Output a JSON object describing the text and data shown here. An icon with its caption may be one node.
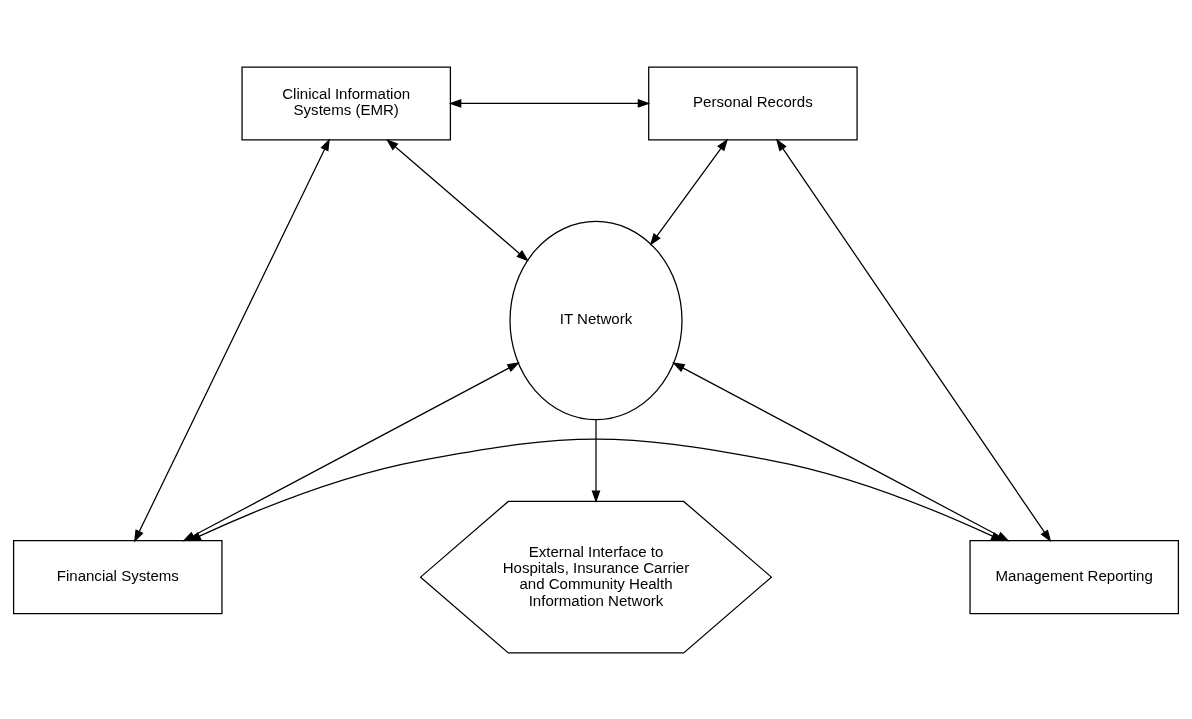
{
  "diagram": {
    "nodes": [
      {
        "text": [
          "External Interface to Hospitals, Insurance Carrier and Community Health Information Network"
        ]
      },
      {
        "text": [
          "Clinical Information Systems (EMR)"
        ]
      },
      {
        "text": [
          "Personal Records"
        ]
      },
      {
        "text": [
          "IT Network"
        ]
      },
      {
        "text": [
          "Financial Systems"
        ]
      },
      {
        "text": [
          "Management Reporting"
        ]
      }
    ],
    "edges": [
      {
        "from": 3,
        "to": 0,
        "arrow": "to"
      },
      {
        "from": 1,
        "to": 2,
        "arrow": "both"
      },
      {
        "from": 1,
        "to": 3,
        "arrow": "both"
      },
      {
        "from": 2,
        "to": 3,
        "arrow": "both"
      },
      {
        "from": 1,
        "to": 4,
        "arrow": "both"
      },
      {
        "from": 2,
        "to": 5,
        "arrow": "both"
      },
      {
        "from": 4,
        "to": 3,
        "arrow": "both"
      },
      {
        "from": 3,
        "to": 5,
        "arrow": "both"
      },
      {
        "from": 4,
        "to": 5,
        "arrow": "both"
      }
    ]
  }
}
